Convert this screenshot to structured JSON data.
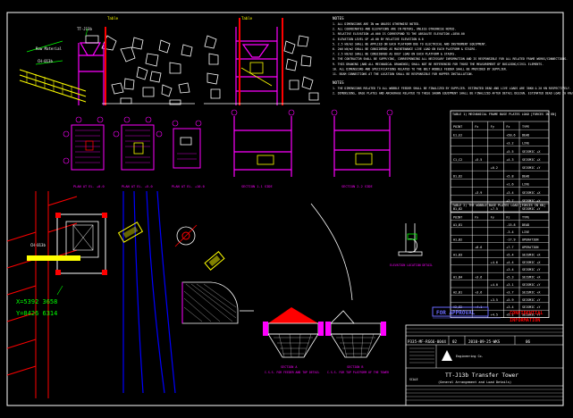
{
  "tags": {
    "tt_north": "TT-J13b",
    "raw_material": "Raw Material",
    "ch_013b": "CH-013b",
    "ch_013b_lower": "CH-013b",
    "table": "Table",
    "table_r": "Table"
  },
  "notes": {
    "heading": "NOTES",
    "lines": [
      "1. ALL DIMENSIONS ARE IN mm UNLESS OTHERWISE NOTED.",
      "2. ALL COORDINATES AND ELEVATIONS ARE IN METERS, UNLESS OTHERWISE NOTED.",
      "3. RELATIVE ELEVATION +0.000 IS CORRESPOND TO THE ABSOLUTE ELEVATION +1850.00",
      "4. ELEVATION LEVEL OF +0.00 BY RELATIVE ELEVATION 0.0",
      "5. 2.5 kN/m2 SHALL BE APPLIED ON EACH PLATFORM DUE TO ELECTRICAL AND INSTRUMENT EQUIPMENT.",
      "6. 2kN kN/m2 SHALL BE CONSIDERED AS MAINTENANCE LIVE LOAD ON EACH PLATFORM & STAIRS.",
      "7. 2.5 kN/m2 SHALL BE CONSIDERED AS DUST LOAD ON EACH PLATFORM & STAIRS.",
      "8. THE CONTRACTOR SHALL BE SUPPLYING, CORRESPONDING ALL NECESSARY INFORMATION AND IS RESPONSIBLE FOR ALL RELATED FRAME WORKS/CONNECTIONS.",
      "9. THIS DRAWING (AND ALL MECHANICAL DRAWINGS) SHALL NOT BE REFERENCED FOR THOSE THE MEASUREMENT OF BUILDING/CIVIL ELEMENTS.",
      "10. ALL DIMENSIONS AND SPECIFICATIONS RELATED TO THE BELT WOBBLE FEEDER SHALL BE PROVIDED BY SUPPLIER.",
      "11. BEAM CONNECTIONS AT THE LOCATION SHALL BE RESPONSIBLE FOR HOPPER INSTALLATION."
    ],
    "heading2": "NOTES",
    "lines2": [
      "1. THE DIMENSIONS RELATED TO ALL WOBBLE FEEDER SHALL BE FINALIZED BY SUPPLIER. ESTIMATED DEAD AND LIVE LOADS ARE 30KN & 20 KN RESPECTIVELY.",
      "2. DIMENSIONS, BASE PLATES AND ANCHORAGE RELATED TO THESE SHOWN EQUIPMENT SHALL BE FINALIZED AFTER DETAIL DESIGN. ESTIMATED DEAD LOAD 20 KN/m2 AND LIVE LOAD 10 kN/m2."
    ]
  },
  "plan_labels": [
    "PLAN AT EL. +0.0",
    "PLAN AT EL. +5.0",
    "PLAN AT EL. +10.0",
    "SECTION 1-1 SIDE",
    "SECTION 2-2 SIDE"
  ],
  "coords": {
    "x": "X=5392 3658",
    "y": "Y=8426 6314"
  },
  "detail_labels": {
    "elevation": "ELEVATION LOCATION DETAIL",
    "section_a": "SECTION A",
    "section_a_sub": "C.S.S. FOR FEEDER AND TOP DETAIL",
    "section_b": "SECTION B",
    "section_b_sub": "C.S.S. FOR TOP PLATFORM OF THE TOWER"
  },
  "table1": {
    "title": "TABLE 1) MECHANICAL FRAME BASE PLATES LOAD [FORCES IN KN]",
    "headers": [
      "POINT",
      "Fx",
      "Fy",
      "Fz",
      "TYPE"
    ],
    "rows": [
      [
        "E1,E2",
        "",
        "",
        "+50.6",
        "DEAD"
      ],
      [
        "",
        "",
        "",
        "+3.2",
        "LIVE"
      ],
      [
        "",
        "",
        "",
        "+5.5",
        "SEISMIC +X"
      ],
      [
        "C1,C2",
        "+5.5",
        "",
        "+4.3",
        "SEISMIC +X"
      ],
      [
        "",
        "",
        "+6.2",
        "",
        "SEISMIC +Y"
      ],
      [
        "D1,D2",
        "",
        "",
        "+5.8",
        "DEAD"
      ],
      [
        "",
        "",
        "",
        "+1.6",
        "LIVE"
      ],
      [
        "",
        "+3.9",
        "",
        "+3.4",
        "SEISMIC +X"
      ],
      [
        "",
        "",
        "",
        "+2.7",
        "SEISMIC +Y"
      ],
      [
        "B1,B2",
        "",
        "+7.5",
        "",
        "SEISMIC +Y"
      ]
    ]
  },
  "table2": {
    "title": "TABLE 2) THE WOBBLE BASE PLATES LOAD [FORCES IN KN]",
    "headers": [
      "POINT",
      "Fx",
      "Fy",
      "Fz",
      "TYPE"
    ],
    "rows": [
      [
        "A1,B1",
        "",
        "",
        "-15.8",
        "DEAD"
      ],
      [
        "",
        "",
        "",
        "-3.4",
        "LIVE"
      ],
      [
        "A1,B2",
        "",
        "",
        "-17.9",
        "OPERATION"
      ],
      [
        "",
        "+8.6",
        "",
        "+7.7",
        "OPERATION"
      ],
      [
        "A1,B3",
        "",
        "",
        "+5.4",
        "SEISMIC +X"
      ],
      [
        "",
        "",
        "+4.6",
        "+4.4",
        "SEISMIC +X"
      ],
      [
        "",
        "",
        "",
        "+3.4",
        "SEISMIC +Y"
      ],
      [
        "A1,B4",
        "+3.6",
        "",
        "+5.3",
        "SEISMIC +X"
      ],
      [
        "",
        "",
        "+4.0",
        "+3.1",
        "SEISMIC +Y"
      ],
      [
        "A2,B1",
        "+3.6",
        "",
        "+3.7",
        "SEISMIC +X"
      ],
      [
        "",
        "",
        "+3.5",
        "+5.9",
        "SEISMIC +Y"
      ],
      [
        "A2,B2",
        "+4.1",
        "",
        "+3.4",
        "SEISMIC +Y"
      ],
      [
        "",
        "",
        "+4.5",
        "+5.1",
        "SEISMIC +Y"
      ]
    ]
  },
  "approval": {
    "stamp": "FOR APPROVAL",
    "confidential_1": "CONFIDENTIAL",
    "confidential_2": "INFORMATION"
  },
  "titleblock": {
    "drawing_no": "P335-MF-RG66-0044",
    "rev": "02",
    "date": "2010-09-25-WKS",
    "sheet": "06",
    "title_main": "TT-J13b Transfer Tower",
    "title_sub": "(General Arrangement and Load Details)",
    "company": "Engineering Co.",
    "scale_label": "SCALE"
  },
  "colors": {
    "background": "#000000",
    "structure": "#ff00ff",
    "annotation": "#ffff00",
    "dimension": "#00ff00",
    "table_text": "#ffffff",
    "conveyor": "#0000ff",
    "rock": "#ffffff",
    "red": "#ff0000",
    "cyan": "#00ffff"
  }
}
